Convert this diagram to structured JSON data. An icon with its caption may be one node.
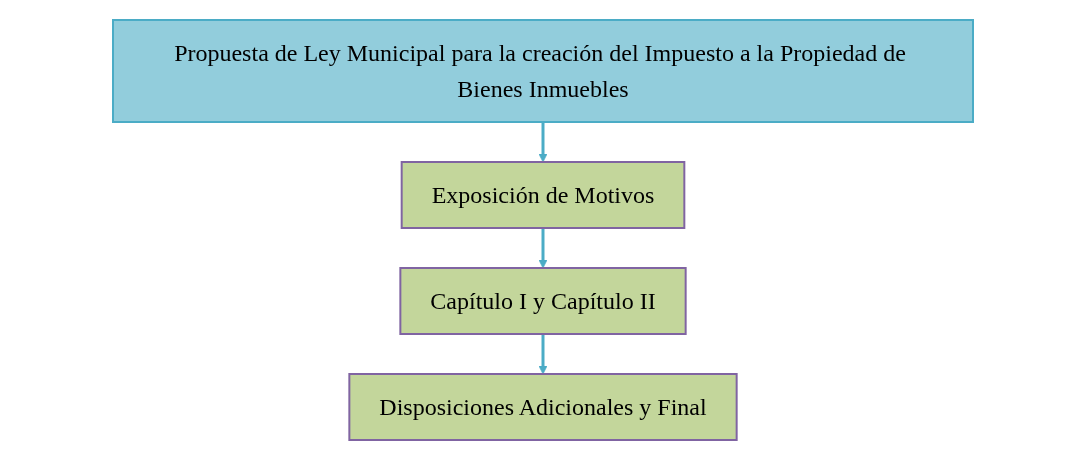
{
  "diagram": {
    "nodes": [
      {
        "text": [
          "Propuesta de Ley Municipal para la creación del Impuesto a la Propiedad de Bienes Inmuebles"
        ]
      },
      {
        "text": [
          "Exposición de Motivos"
        ]
      },
      {
        "text": [
          "Capítulo I y Capítulo II"
        ]
      },
      {
        "text": [
          "Disposiciones Adicionales y Final"
        ]
      }
    ],
    "edges": [
      {
        "from": 0,
        "to": 1,
        "arrow": "to"
      },
      {
        "from": 1,
        "to": 2,
        "arrow": "to"
      },
      {
        "from": 2,
        "to": 3,
        "arrow": "to"
      }
    ]
  }
}
